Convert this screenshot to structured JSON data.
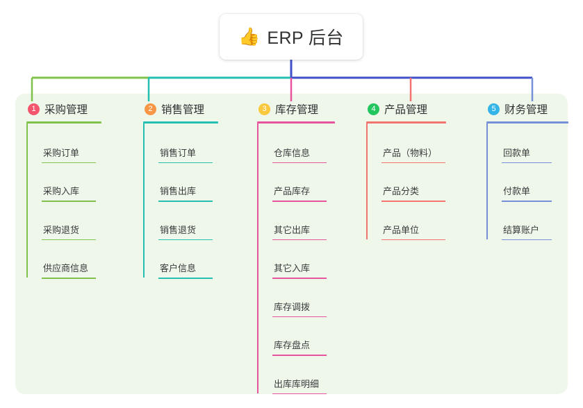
{
  "diagram": {
    "type": "mind-map",
    "root": {
      "icon": "thumbs-up-icon",
      "emoji": "👍",
      "title": "ERP 后台"
    },
    "panel_color": "#eef7e9",
    "trunk_color": "#4050c8",
    "branches": [
      {
        "number": "1",
        "label": "采购管理",
        "badge_color": "#f3556d",
        "line_color": "#7fc14b",
        "items": [
          "采购订单",
          "采购入库",
          "采购退货",
          "供应商信息"
        ]
      },
      {
        "number": "2",
        "label": "销售管理",
        "badge_color": "#f79646",
        "line_color": "#23bfb0",
        "items": [
          "销售订单",
          "销售出库",
          "销售退货",
          "客户信息"
        ]
      },
      {
        "number": "3",
        "label": "库存管理",
        "badge_color": "#fac83c",
        "line_color": "#e8539e",
        "items": [
          "仓库信息",
          "产品库存",
          "其它出库",
          "其它入库",
          "库存调拨",
          "库存盘点",
          "出库库明细"
        ]
      },
      {
        "number": "4",
        "label": "产品管理",
        "badge_color": "#22c55e",
        "line_color": "#f4736e",
        "items": [
          "产品（物料）",
          "产品分类",
          "产品单位"
        ]
      },
      {
        "number": "5",
        "label": "财务管理",
        "badge_color": "#35b4e8",
        "line_color": "#7590d8",
        "items": [
          "回款单",
          "付款单",
          "结算账户"
        ]
      }
    ]
  }
}
